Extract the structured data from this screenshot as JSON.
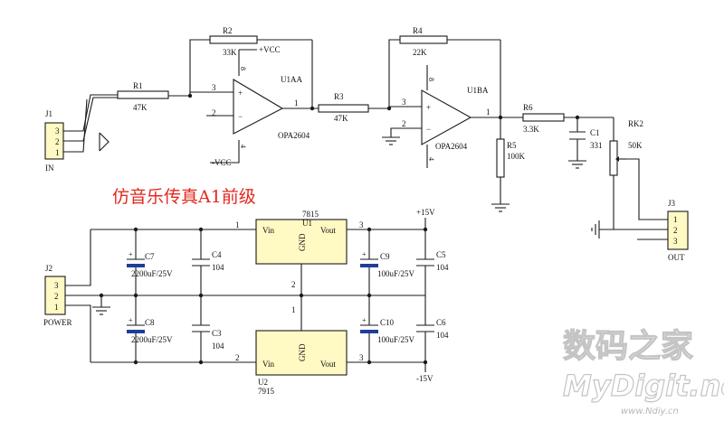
{
  "title": "仿音乐传真A1前级",
  "watermark": {
    "cn": "数码之家",
    "site": "MyDigit.net",
    "sub": "www.Ndiy.cn"
  },
  "colors": {
    "title": "#e3281e",
    "ic_fill": "#fff9c4",
    "cap": "#1f3d99",
    "line": "#1a1a1a"
  },
  "amp": {
    "r1": {
      "ref": "R1",
      "val": "47K"
    },
    "r2": {
      "ref": "R2",
      "val": "33K"
    },
    "r3": {
      "ref": "R3",
      "val": "47K"
    },
    "r4": {
      "ref": "R4",
      "val": "22K"
    },
    "r5": {
      "ref": "R5",
      "val": "100K"
    },
    "r6": {
      "ref": "R6",
      "val": "3.3K"
    },
    "c1": {
      "ref": "C1",
      "val": "331"
    },
    "rk2": {
      "ref": "RK2",
      "val": "50K"
    },
    "u1a": {
      "ref": "U1AA",
      "part": "OPA2604"
    },
    "u1b": {
      "ref": "U1BA",
      "part": "OPA2604"
    },
    "vcc_pos": "+VCC",
    "vcc_neg": "-VCC",
    "j1": {
      "ref": "J1",
      "label": "IN"
    },
    "j3": {
      "ref": "J3",
      "label": "OUT"
    },
    "pins": {
      "p1": "1",
      "p2": "2",
      "p3": "3",
      "p4": "4",
      "p8": "8"
    }
  },
  "power": {
    "j2": {
      "ref": "J2",
      "label": "POWER"
    },
    "u1": {
      "ref": "U1",
      "part": "7815",
      "vin": "Vin",
      "vout": "Vout",
      "gnd": "GND"
    },
    "u2": {
      "ref": "U2",
      "part": "7915",
      "vin": "Vin",
      "vout": "Vout",
      "gnd": "GND"
    },
    "c7": {
      "ref": "C7",
      "val": "2200uF/25V"
    },
    "c8": {
      "ref": "C8",
      "val": "2200uF/25V"
    },
    "c4": {
      "ref": "C4",
      "val": "104"
    },
    "c3": {
      "ref": "C3",
      "val": "104"
    },
    "c9": {
      "ref": "C9",
      "val": "100uF/25V"
    },
    "c10": {
      "ref": "C10",
      "val": "100uF/25V"
    },
    "c5": {
      "ref": "C5",
      "val": "104"
    },
    "c6": {
      "ref": "C6",
      "val": "104"
    },
    "pos_rail": "+15V",
    "neg_rail": "-15V",
    "plus": "+"
  }
}
